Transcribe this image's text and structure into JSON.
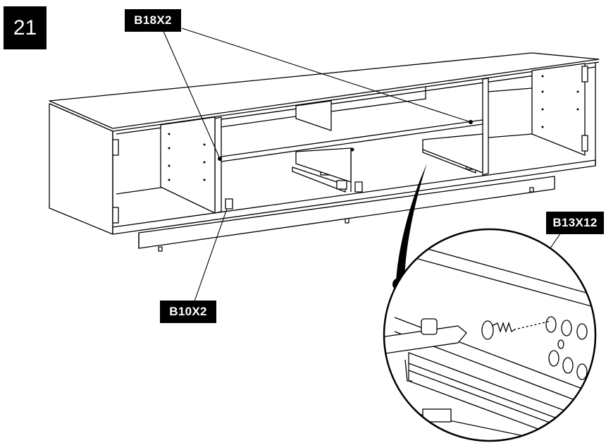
{
  "step": {
    "number": "21"
  },
  "labels": {
    "b18": "B18X2",
    "b10": "B10X2",
    "b13": "B13X12"
  }
}
